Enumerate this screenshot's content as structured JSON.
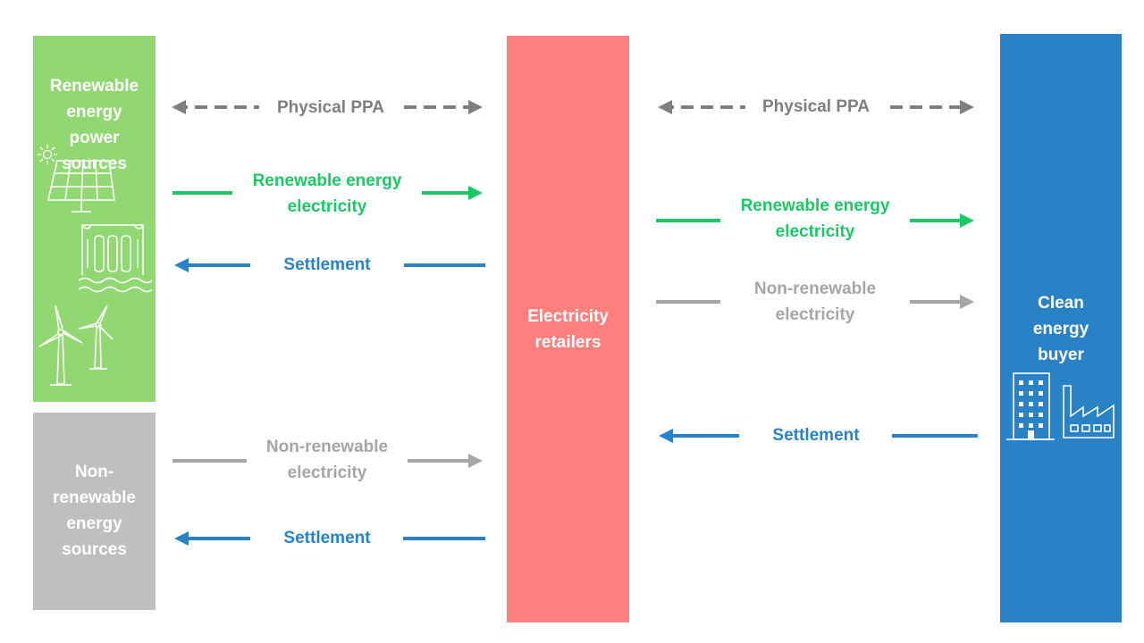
{
  "colors": {
    "renewable_block": "#92d872",
    "nonrenewable_block": "#bfbfbf",
    "retailer_block": "#ff7f7e",
    "buyer_block": "#2a82c6",
    "physical_ppa": "#7f7f7f",
    "renewable_flow": "#1ec765",
    "nonrenewable_flow": "#a6a6a6",
    "settlement_flow": "#2a82c6"
  },
  "blocks": {
    "renewable_sources": "Renewable\nenergy\npower\nsources",
    "nonrenewable_sources": "Non-\nrenewable\nenergy\nsources",
    "retailers": "Electricity\nretailers",
    "buyer": "Clean\nenergy\nbuyer"
  },
  "flows": {
    "left_ppa": "Physical PPA",
    "left_renewable": "Renewable energy\nelectricity",
    "left_settlement_top": "Settlement",
    "left_nonrenewable": "Non-renewable\nelectricity",
    "left_settlement_bottom": "Settlement",
    "right_ppa": "Physical PPA",
    "right_renewable": "Renewable energy\nelectricity",
    "right_nonrenewable": "Non-renewable\nelectricity",
    "right_settlement": "Settlement"
  },
  "icons": [
    "sun-icon",
    "solar-panel-icon",
    "hydro-dam-icon",
    "wind-turbine-icon",
    "office-building-icon",
    "factory-icon"
  ]
}
